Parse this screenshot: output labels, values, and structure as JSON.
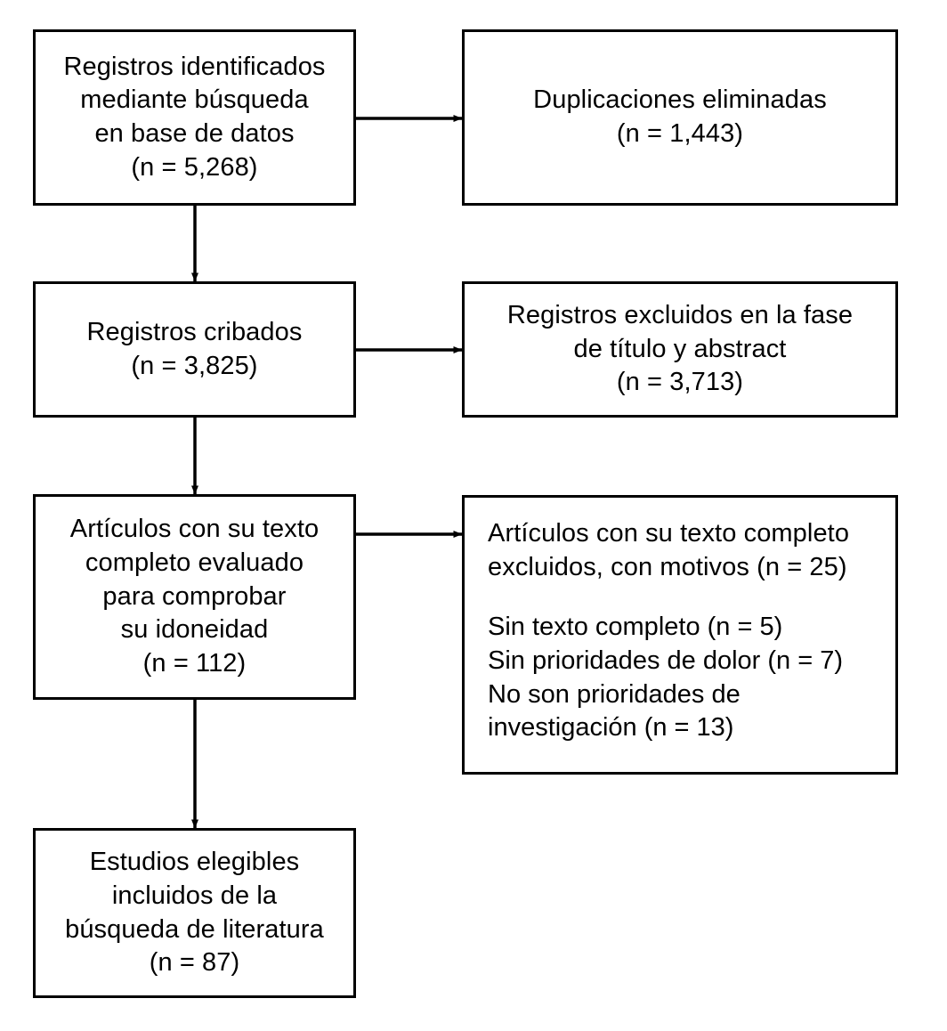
{
  "diagram": {
    "type": "prisma-flow-diagram",
    "language": "es",
    "boxes": {
      "identified": {
        "text": "Registros identificados\nmediante búsqueda\nen base de datos\n(n = 5,268)",
        "count": "5,268"
      },
      "duplicates_removed": {
        "text": "Duplicaciones eliminadas\n(n = 1,443)",
        "count": "1,443"
      },
      "screened": {
        "text": "Registros cribados\n(n = 3,825)",
        "count": "3,825"
      },
      "excluded_title_abstract": {
        "text": "Registros excluidos en la fase\nde título y abstract\n(n = 3,713)",
        "count": "3,713"
      },
      "fulltext_assessed": {
        "text": "Artículos con su texto\ncompleto evaluado\npara comprobar\nsu idoneidad\n(n = 112)",
        "count": "112"
      },
      "fulltext_excluded": {
        "heading": "Artículos con su texto completo\nexcluidos, con motivos (n = 25)",
        "count": "25",
        "reasons": [
          "Sin texto completo (n = 5)",
          "Sin prioridades de dolor (n = 7)",
          "No son prioridades de\ninvestigación (n = 13)"
        ]
      },
      "included": {
        "text": "Estudios elegibles\nincluidos de la\nbúsqueda de literatura\n(n = 87)",
        "count": "87"
      }
    },
    "colors": {
      "border": "#000000",
      "background": "#ffffff",
      "text": "#000000",
      "connector": "#000000"
    },
    "connectors": [
      {
        "name": "identified-to-duplicates",
        "direction": "right"
      },
      {
        "name": "identified-to-screened",
        "direction": "down"
      },
      {
        "name": "screened-to-excluded-title-abstract",
        "direction": "right"
      },
      {
        "name": "screened-to-fulltext-assessed",
        "direction": "down"
      },
      {
        "name": "fulltext-assessed-to-fulltext-excluded",
        "direction": "right"
      },
      {
        "name": "fulltext-assessed-to-included",
        "direction": "down"
      }
    ]
  }
}
